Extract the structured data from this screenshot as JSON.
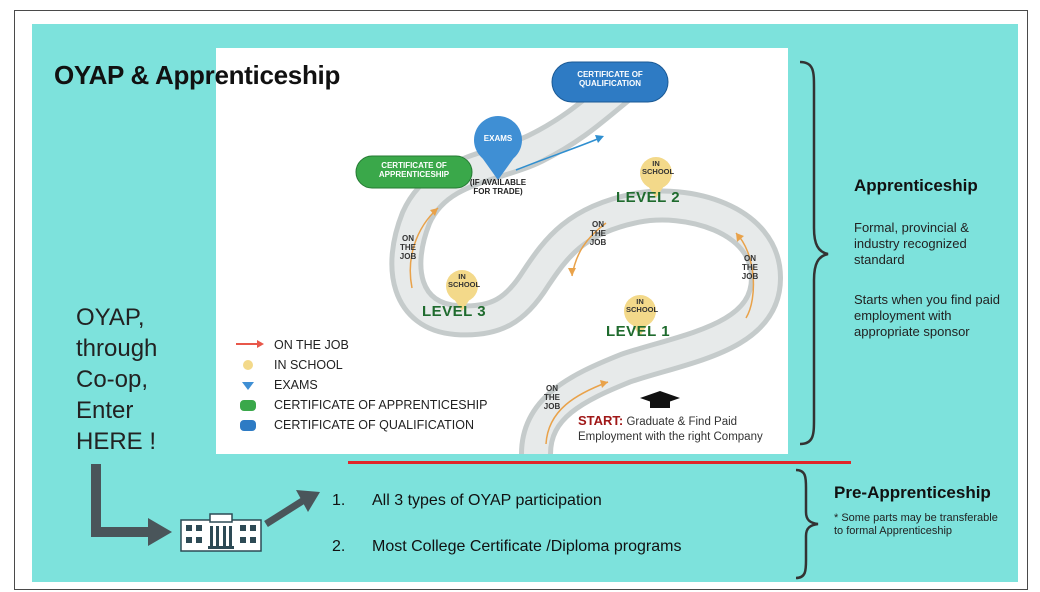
{
  "title": "OYAP & Apprenticeship",
  "diagram": {
    "certificate_qualification": "CERTIFICATE OF QUALIFICATION",
    "certificate_apprenticeship": "CERTIFICATE OF APPRENTICESHIP",
    "exams": "EXAMS",
    "exams_note": "(IF AVAILABLE FOR TRADE)",
    "levels": [
      "LEVEL 1",
      "LEVEL 2",
      "LEVEL 3"
    ],
    "in_school": "IN SCHOOL",
    "on_the_job": "ON THE JOB",
    "start_label": "START:",
    "start_text": "Graduate & Find Paid Employment with the right Company",
    "colors": {
      "green": "#3aa84a",
      "blue": "#2e7bc4",
      "orange": "#e9a24a",
      "road": "#d8dcdc"
    }
  },
  "legend": [
    {
      "icon": "arrow-right-icon",
      "label": "ON THE JOB"
    },
    {
      "icon": "school-pin-icon",
      "label": "IN SCHOOL"
    },
    {
      "icon": "exam-pin-icon",
      "label": "EXAMS"
    },
    {
      "icon": "green-pill-icon",
      "label": "CERTIFICATE OF APPRENTICESHIP"
    },
    {
      "icon": "blue-pill-icon",
      "label": "CERTIFICATE OF QUALIFICATION"
    }
  ],
  "apprenticeship": {
    "heading": "Apprenticeship",
    "text1": "Formal, provincial & industry recognized standard",
    "text2": "Starts when you find paid employment with appropriate sponsor"
  },
  "oyap_enter": {
    "lines": [
      "OYAP,",
      "through",
      "Co-op,",
      "Enter",
      "HERE !"
    ]
  },
  "pre_apprenticeship": {
    "heading": "Pre-Apprenticeship",
    "note": "* Some parts may be transferable to formal Apprenticeship"
  },
  "list": [
    {
      "num": "1.",
      "text": "All 3 types of OYAP participation"
    },
    {
      "num": "2.",
      "text": "Most College Certificate /Diploma programs"
    }
  ]
}
